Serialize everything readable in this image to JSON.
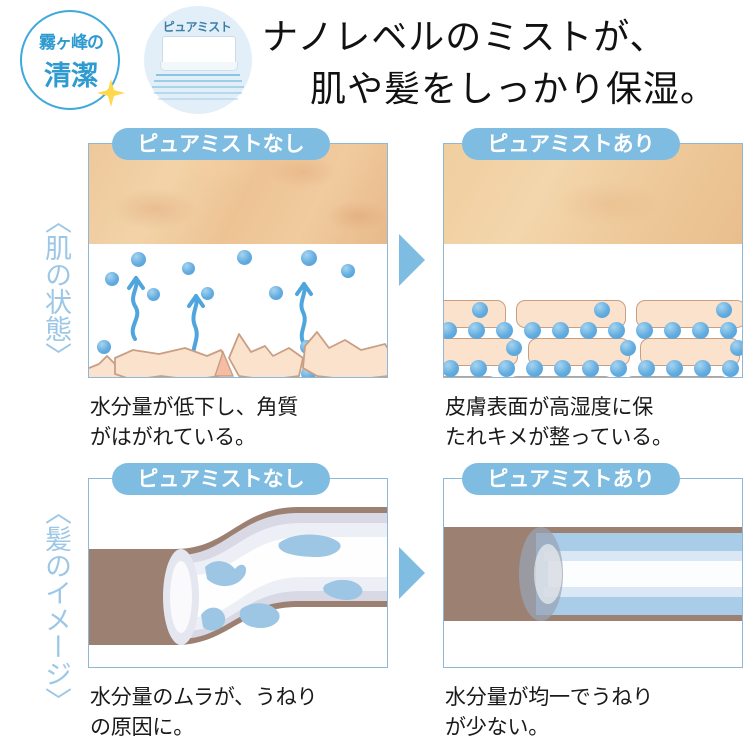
{
  "header": {
    "logo": {
      "line1": "霧ヶ峰の",
      "line2": "清潔",
      "sparkle_icon": "sparkle-icon",
      "ring_color": "#3FA8DC",
      "text_color": "#2E9AD0"
    },
    "product_badge": {
      "label": "ピュアミスト",
      "icon": "air-conditioner-icon",
      "circle_color": "#E3EFF8",
      "label_color": "#3B7FA8"
    },
    "headline": {
      "line1": "ナノレベルのミストが、",
      "line2": "肌や髪をしっかり保湿。"
    }
  },
  "sections": [
    {
      "side_label": "〈肌の状態〉",
      "side_label_color": "#9CC7E6",
      "panels": [
        {
          "badge": "ピュアミストなし",
          "caption_line1": "水分量が低下し、角質",
          "caption_line2": "がはがれている。",
          "state": "dry"
        },
        {
          "badge": "ピュアミストあり",
          "caption_line1": "皮膚表面が高湿度に保",
          "caption_line2": "たれキメが整っている。",
          "state": "moist"
        }
      ]
    },
    {
      "side_label": "〈髪のイメージ〉",
      "side_label_color": "#9CC7E6",
      "panels": [
        {
          "badge": "ピュアミストなし",
          "caption_line1": "水分量のムラが、うねり",
          "caption_line2": "の原因に。",
          "state": "wavy"
        },
        {
          "badge": "ピュアミストあり",
          "caption_line1": "水分量が均一でうねり",
          "caption_line2": "が少ない。",
          "state": "straight"
        }
      ]
    }
  ],
  "arrows": {
    "icon": "triangle-right-icon",
    "color": "#7FBCE2"
  },
  "colors": {
    "badge_blue": "#7FBCE2",
    "panel_border": "#8FB8D6",
    "droplet_blue": "#5AA7DD",
    "skin_cell": "#FBE2CD",
    "skin_cell_outline": "#C99E83",
    "hair_brown": "#9C8173",
    "hair_moisture_blue": "#A9CCE8",
    "text_black": "#1A1A1A",
    "sparkle_yellow": "#FFD84D"
  }
}
